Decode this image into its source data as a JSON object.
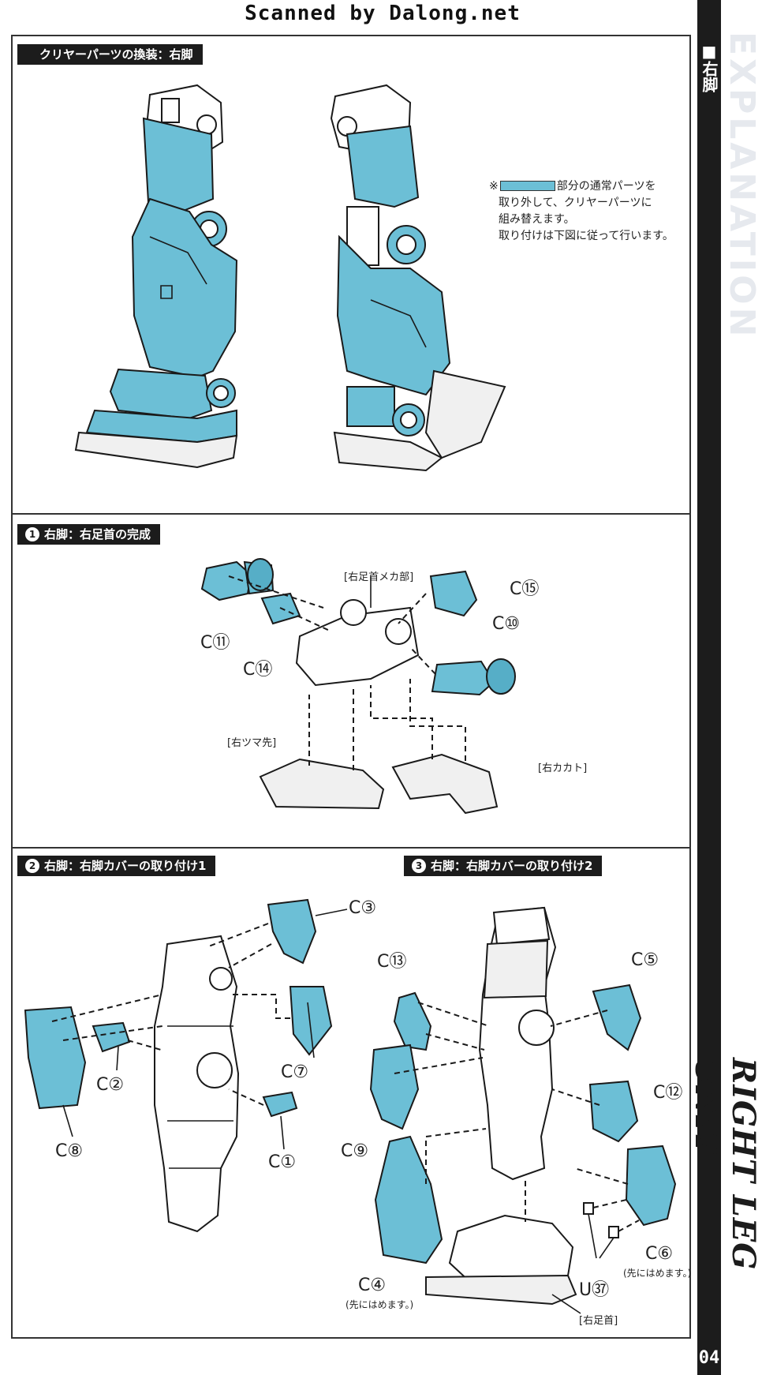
{
  "scan_credit": "Scanned by Dalong.net",
  "side": {
    "tab": "■右脚",
    "vertical_title": "RIGHT LEG UNIT",
    "page_number": "04",
    "ghost_text": "EXPLANATION"
  },
  "sections": {
    "clear_parts": {
      "title": "クリヤーパーツの換装：右脚",
      "note_prefix": "※",
      "note_line1": "部分の通常パーツを",
      "note_line2": "取り外して、クリヤーパーツに",
      "note_line3": "組み替えます。",
      "note_line4": "取り付けは下図に従って行います。"
    },
    "step1": {
      "number": "1",
      "title": "右脚：右足首の完成",
      "labels": {
        "mech": "[右足首メカ部]",
        "toe": "[右ツマ先]",
        "heel": "[右カカト]"
      },
      "parts": [
        {
          "letter": "C",
          "num": "⑮"
        },
        {
          "letter": "C",
          "num": "⑩"
        },
        {
          "letter": "C",
          "num": "⑪"
        },
        {
          "letter": "C",
          "num": "⑭"
        }
      ]
    },
    "step2": {
      "number": "2",
      "title": "右脚：右脚カバーの取り付け1",
      "parts": [
        {
          "letter": "C",
          "num": "③"
        },
        {
          "letter": "C",
          "num": "⑦"
        },
        {
          "letter": "C",
          "num": "②"
        },
        {
          "letter": "C",
          "num": "⑧"
        },
        {
          "letter": "C",
          "num": "①"
        }
      ]
    },
    "step3": {
      "number": "3",
      "title": "右脚：右脚カバーの取り付け2",
      "parts": [
        {
          "letter": "C",
          "num": "⑬"
        },
        {
          "letter": "C",
          "num": "⑤"
        },
        {
          "letter": "C",
          "num": "⑫"
        },
        {
          "letter": "C",
          "num": "⑨"
        },
        {
          "letter": "C",
          "num": "⑥"
        },
        {
          "letter": "U",
          "num": "㊲"
        },
        {
          "letter": "C",
          "num": "④"
        }
      ],
      "note_first": "(先にはめます。)",
      "label_foot": "[右足首]"
    }
  },
  "colors": {
    "clear_blue": "#6cbfd6",
    "ink": "#1a1a1a",
    "title_bar": "#1c1c1c"
  }
}
